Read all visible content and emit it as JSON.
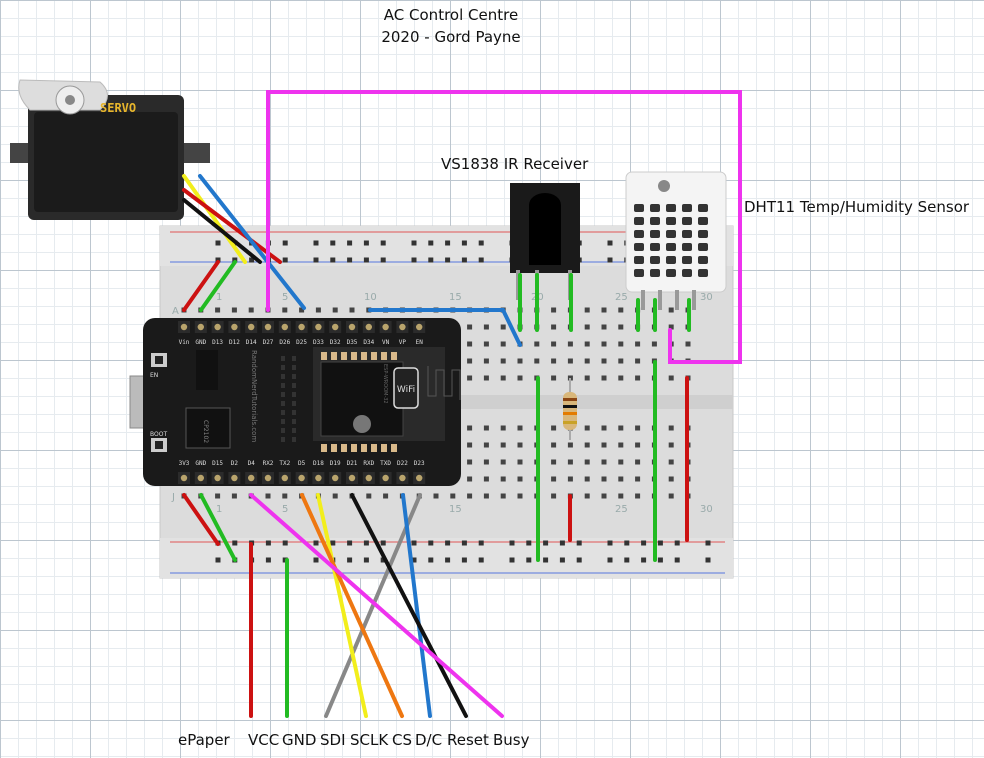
{
  "title": {
    "line1": "AC Control Centre",
    "line2": "2020 - Gord Payne"
  },
  "components": {
    "servo_label": "SERVO",
    "ir_receiver": "VS1838 IR Receiver",
    "dht": "DHT11 Temp/Humidity Sensor",
    "wifi_badge": "WiFi",
    "esp_side_text": "RandomNerdTutorials.com",
    "esp_chip_text": "ESP-WROOM-32",
    "usb_chip": "CP2102",
    "en_button": "EN",
    "boot_button": "BOOT"
  },
  "esp_pins_top": [
    "Vin",
    "GND",
    "D13",
    "D12",
    "D14",
    "D27",
    "D26",
    "D25",
    "D33",
    "D32",
    "D35",
    "D34",
    "VN",
    "VP",
    "EN"
  ],
  "esp_pins_bottom": [
    "3V3",
    "GND",
    "D15",
    "D2",
    "D4",
    "RX2",
    "TX2",
    "D5",
    "D18",
    "D19",
    "D21",
    "RXD",
    "TXD",
    "D22",
    "D23"
  ],
  "breadboard": {
    "row_top": "A",
    "row_bottom": "J",
    "col_numbers": [
      "1",
      "5",
      "10",
      "15",
      "20",
      "25",
      "30"
    ]
  },
  "epaper": {
    "name": "ePaper",
    "pins": [
      "VCC",
      "GND",
      "SDI",
      "SCLK",
      "CS",
      "D/C",
      "Reset",
      "Busy"
    ]
  },
  "wire_colors": {
    "magenta": "#ee33ee",
    "red": "#cc1111",
    "green": "#22bb22",
    "blue": "#2277cc",
    "black": "#111111",
    "yellow": "#f2ee1c",
    "orange": "#ee7711",
    "gray": "#888888"
  }
}
